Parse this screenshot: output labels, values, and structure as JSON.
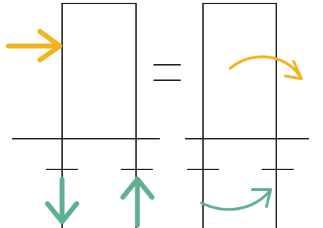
{
  "colors": {
    "ink": "#1f1f1f",
    "applied_force": "#f2b31c",
    "reaction": "#5fb08f"
  },
  "left_frame": {
    "applied_force_direction": "right",
    "left_support_reaction": "down",
    "right_support_reaction": "up"
  },
  "right_frame": {
    "applied_moment": "clockwise",
    "support_moment": "counterclockwise"
  },
  "relation_symbol": "equals"
}
